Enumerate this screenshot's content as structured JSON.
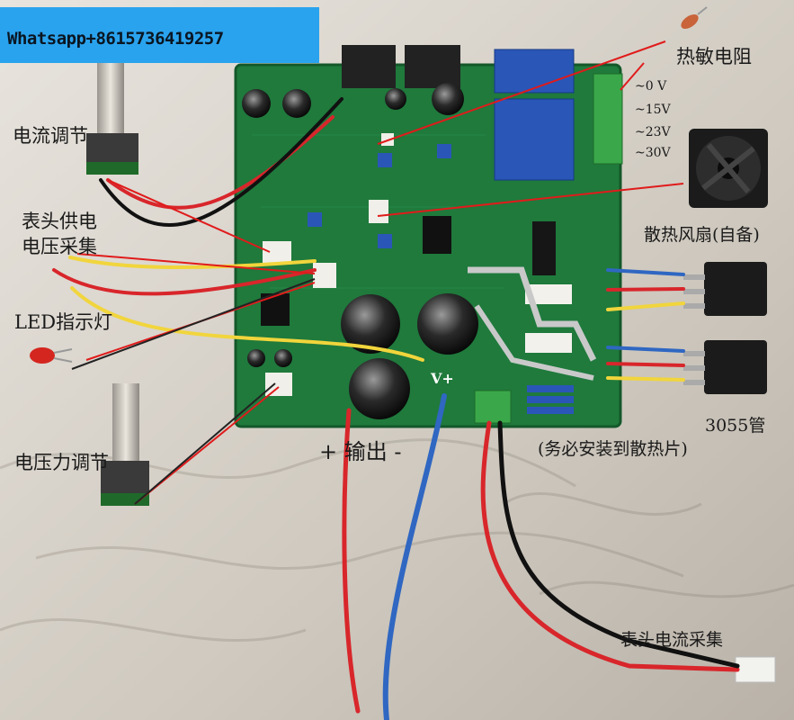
{
  "banner": {
    "text": "Whatsapp+8615736419257"
  },
  "labels": {
    "current_adjust": "电流调节",
    "meter_power_line1": "表头供电",
    "meter_power_line2": "电压采集",
    "led": "LED指示灯",
    "voltage_adjust": "电压力调节",
    "thermistor": "热敏电阻",
    "fan": "散热风扇(自备)",
    "transistor": "3055管",
    "heatsink_note": "(务必安装到散热片)",
    "output": "+ 输出 -",
    "meter_current": "表头电流采集",
    "input_0v": "~0 V",
    "input_15v": "~15V",
    "input_23v": "~23V",
    "input_30v": "~30V",
    "vplus": "V+"
  },
  "colors": {
    "pcb": "#1f7a3c",
    "wire_red": "#d8262b",
    "wire_yellow": "#f1d53c",
    "wire_blue": "#2f67c2",
    "banner": "#2aa3ee"
  }
}
